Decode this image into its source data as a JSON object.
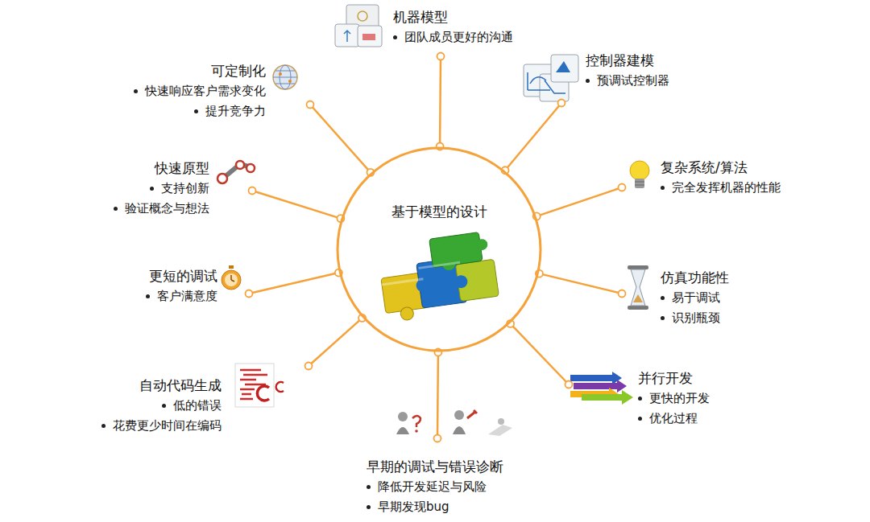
{
  "diagram": {
    "nodes": [
      {
        "text": [
          "基于模型的设计"
        ]
      },
      {
        "text": [
          "机器模型",
          "团队成员更好的沟通"
        ]
      },
      {
        "text": [
          "控制器建模",
          "预调试控制器"
        ]
      },
      {
        "text": [
          "复杂系统/算法",
          "完全发挥机器的性能"
        ]
      },
      {
        "text": [
          "仿真功能性",
          "易于调试",
          "识别瓶颈"
        ]
      },
      {
        "text": [
          "并行开发",
          "更快的开发",
          "优化过程"
        ]
      },
      {
        "text": [
          "早期的调试与错误诊断",
          "降低开发延迟与风险",
          "早期发现bug"
        ]
      },
      {
        "text": [
          "自动代码生成",
          "低的错误",
          "花费更少时间在编码"
        ]
      },
      {
        "text": [
          "更短的调试",
          "客户满意度"
        ]
      },
      {
        "text": [
          "快速原型",
          "支持创新",
          "验证概念与想法"
        ]
      },
      {
        "text": [
          "可定制化",
          "快速响应客户需求变化",
          "提升竞争力"
        ]
      }
    ],
    "edges": [
      {
        "from": 0,
        "to": 1,
        "arrow": "none"
      },
      {
        "from": 0,
        "to": 2,
        "arrow": "none"
      },
      {
        "from": 0,
        "to": 3,
        "arrow": "none"
      },
      {
        "from": 0,
        "to": 4,
        "arrow": "none"
      },
      {
        "from": 0,
        "to": 5,
        "arrow": "none"
      },
      {
        "from": 0,
        "to": 6,
        "arrow": "none"
      },
      {
        "from": 0,
        "to": 7,
        "arrow": "none"
      },
      {
        "from": 0,
        "to": 8,
        "arrow": "none"
      },
      {
        "from": 0,
        "to": 9,
        "arrow": "none"
      },
      {
        "from": 0,
        "to": 10,
        "arrow": "none"
      }
    ]
  }
}
